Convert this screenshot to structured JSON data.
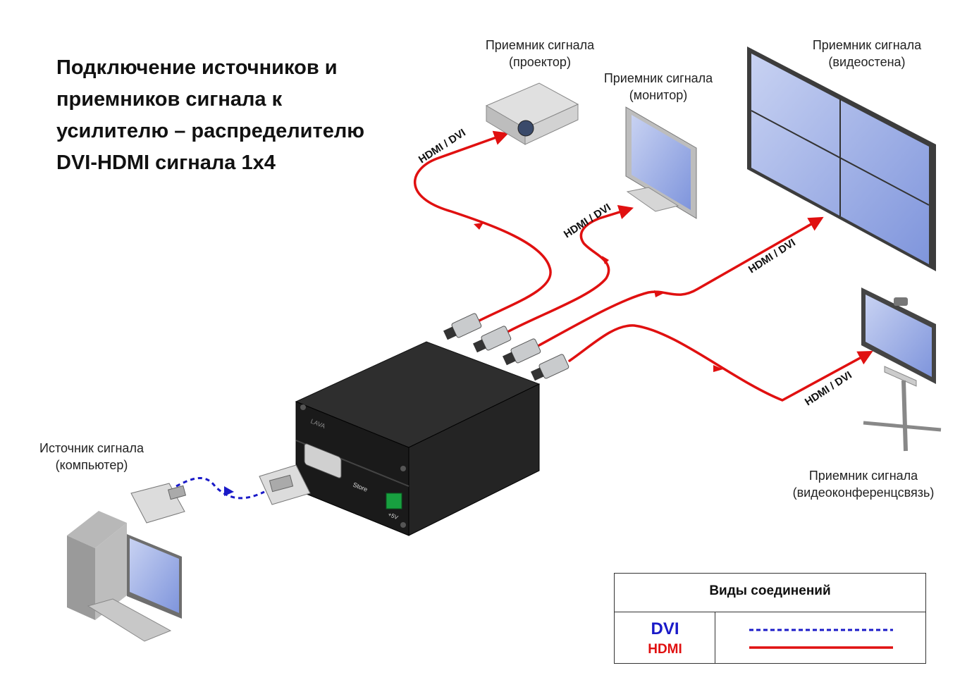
{
  "title_lines": [
    "Подключение источников и",
    "приемников сигнала к",
    "усилителю – распределителю",
    "DVI-HDMI сигнала 1х4"
  ],
  "receivers": {
    "projector": [
      "Приемник сигнала",
      "(проектор)"
    ],
    "monitor": [
      "Приемник сигнала",
      "(монитор)"
    ],
    "videowall": [
      "Приемник сигнала",
      "(видеостена)"
    ],
    "videoconf": [
      "Приемник сигнала",
      "(видеоконференцсвязь)"
    ]
  },
  "source": [
    "Источник сигнала",
    "(компьютер)"
  ],
  "cable_label": "HDMI / DVI",
  "device_brand": "LAVA",
  "device_button_label": "Store",
  "device_power_label": "+5V",
  "legend": {
    "title": "Виды соединений",
    "dvi": "DVI",
    "hdmi": "HDMI"
  },
  "colors": {
    "dvi_line": "#1a1ac8",
    "hdmi_line": "#e01010"
  }
}
